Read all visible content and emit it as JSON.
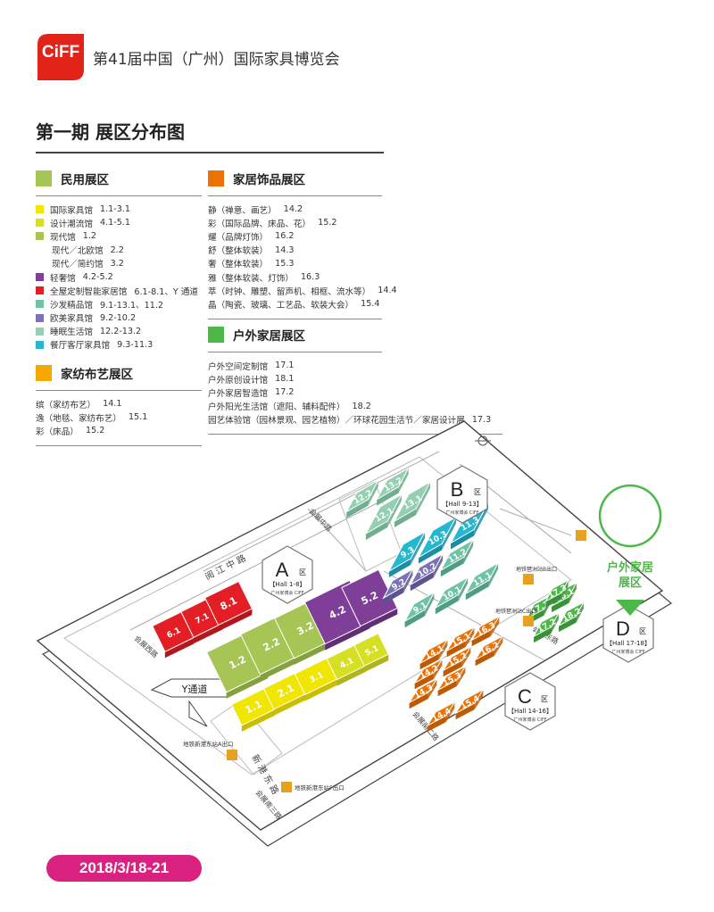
{
  "header": {
    "logo_text": "CiFF",
    "event_title": "第41届中国（广州）国际家具博览会"
  },
  "page_title": "第一期 展区分布图",
  "colors": {
    "brand_red": "#e2231a",
    "yellow": "#f0e600",
    "lime_yellow": "#d7df23",
    "light_green": "#a6c554",
    "purple": "#7f3f98",
    "red": "#e31e24",
    "teal": "#6fc3a7",
    "blue_purple": "#7a73b5",
    "mint": "#93cfb0",
    "cyan": "#26b7d0",
    "gold": "#f5a800",
    "orange": "#ee7203",
    "green": "#4cb848",
    "magenta": "#d9227f"
  },
  "legend": {
    "civil": {
      "title": "民用展区",
      "items": [
        {
          "label": "国际家具馆",
          "code": "1.1-3.1"
        },
        {
          "label": "设计潮流馆",
          "code": "4.1-5.1"
        },
        {
          "label": "现代馆",
          "code": "1.2"
        },
        {
          "label": "现代／北欧馆",
          "code": "2.2"
        },
        {
          "label": "现代／简约馆",
          "code": "3.2"
        },
        {
          "label": "轻奢馆",
          "code": "4.2-5.2"
        },
        {
          "label": "全屋定制智能家居馆",
          "code": "6.1-8.1、Y 通道"
        },
        {
          "label": "沙发精品馆",
          "code": "9.1-13.1、11.2"
        },
        {
          "label": "欧美家具馆",
          "code": "9.2-10.2"
        },
        {
          "label": "睡眠生活馆",
          "code": "12.2-13.2"
        },
        {
          "label": "餐厅客厅家具馆",
          "code": "9.3-11.3"
        }
      ]
    },
    "textile": {
      "title": "家纺布艺展区",
      "items": [
        {
          "label": "缤（家纺布艺）",
          "code": "14.1"
        },
        {
          "label": "逸（地毯、家纺布艺）",
          "code": "15.1"
        },
        {
          "label": "彩（床品）",
          "code": "15.2"
        }
      ]
    },
    "decor": {
      "title": "家居饰品展区",
      "items": [
        {
          "label": "静（禅意、画艺）",
          "code": "14.2"
        },
        {
          "label": "彩（国际品牌、床品、花）",
          "code": "15.2"
        },
        {
          "label": "耀（品牌灯饰）",
          "code": "16.2"
        },
        {
          "label": "舒（整体软装）",
          "code": "14.3"
        },
        {
          "label": "奢（整体软装）",
          "code": "15.3"
        },
        {
          "label": "雅（整体软装、灯饰）",
          "code": "16.3"
        },
        {
          "label": "萃（时钟、雕塑、留声机、相框、流水等）",
          "code": "14.4"
        },
        {
          "label": "晶（陶瓷、玻璃、工艺品、软装大会）",
          "code": "15.4"
        }
      ]
    },
    "outdoor": {
      "title": "户外家居展区",
      "items": [
        {
          "label": "户外空间定制馆",
          "code": "17.1"
        },
        {
          "label": "户外原创设计馆",
          "code": "18.1"
        },
        {
          "label": "户外家居智造馆",
          "code": "17.2"
        },
        {
          "label": "户外阳光生活馆（遮阳、辅料配件）",
          "code": "18.2"
        },
        {
          "label": "园艺体验馆（园林景观、园艺植物）／环球花园生活节／家居设计展",
          "code": "17.3"
        }
      ]
    }
  },
  "map": {
    "zone_a": {
      "letter": "A",
      "suffix": "区",
      "halls": "【Hall 1-8】",
      "org": "广州家博会 CIFF"
    },
    "zone_b": {
      "letter": "B",
      "suffix": "区",
      "halls": "【Hall 9-13】",
      "org": "广州家博会 CIFF"
    },
    "zone_c": {
      "letter": "C",
      "suffix": "区",
      "halls": "【Hall 14-16】",
      "org": "广州家博会 CIFF"
    },
    "zone_d": {
      "letter": "D",
      "suffix": "区",
      "halls": "【Hall 17-18】",
      "org": "广州家博会 CIFF"
    },
    "outdoor_pin": [
      "户外家居",
      "展区"
    ],
    "y_channel": "Y通道",
    "roads": {
      "yuejiang_zhong": "阅 江 中 路",
      "xingang_dong": "新 港 东 路",
      "huizhan_xi": "会展西路",
      "huizhan_zhong": "会展中路",
      "huizhan_nan3": "会展南三路",
      "huizhan_dong": "会展东路",
      "huizhan_nan2": "会展南二路"
    },
    "metro": {
      "exit_a": "地铁新港东站A出口",
      "exit_f": "地铁新港东站F出口",
      "exit_b": "地铁琶洲站B出口",
      "exit_c": "地铁琶洲站C出口"
    },
    "halls": [
      {
        "label": "1.1",
        "zone": "yellow"
      },
      {
        "label": "2.1",
        "zone": "yellow"
      },
      {
        "label": "3.1",
        "zone": "yellow"
      },
      {
        "label": "4.1",
        "zone": "lime"
      },
      {
        "label": "5.1",
        "zone": "lime"
      },
      {
        "label": "1.2",
        "zone": "lgreen"
      },
      {
        "label": "2.2",
        "zone": "lgreen"
      },
      {
        "label": "3.2",
        "zone": "lgreen"
      },
      {
        "label": "4.2",
        "zone": "purple"
      },
      {
        "label": "5.2",
        "zone": "purple"
      },
      {
        "label": "6.1",
        "zone": "red"
      },
      {
        "label": "7.1",
        "zone": "red"
      },
      {
        "label": "8.1",
        "zone": "red"
      },
      {
        "label": "9.1",
        "zone": "teal"
      },
      {
        "label": "10.1",
        "zone": "teal"
      },
      {
        "label": "11.1",
        "zone": "teal"
      },
      {
        "label": "12.1",
        "zone": "mint"
      },
      {
        "label": "13.1",
        "zone": "mint"
      },
      {
        "label": "9.2",
        "zone": "bpurple"
      },
      {
        "label": "10.2",
        "zone": "bpurple"
      },
      {
        "label": "11.2",
        "zone": "teal"
      },
      {
        "label": "12.2",
        "zone": "mint"
      },
      {
        "label": "13.2",
        "zone": "mint"
      },
      {
        "label": "9.3",
        "zone": "cyan"
      },
      {
        "label": "10.3",
        "zone": "cyan"
      },
      {
        "label": "11.3",
        "zone": "cyan"
      },
      {
        "label": "14.1",
        "zone": "orange"
      },
      {
        "label": "15.1",
        "zone": "orange"
      },
      {
        "label": "14.2",
        "zone": "orange"
      },
      {
        "label": "15.2",
        "zone": "orange"
      },
      {
        "label": "16.2",
        "zone": "orange"
      },
      {
        "label": "14.3",
        "zone": "orange"
      },
      {
        "label": "15.3",
        "zone": "orange"
      },
      {
        "label": "16.3",
        "zone": "orange"
      },
      {
        "label": "14.4",
        "zone": "orange"
      },
      {
        "label": "15.4",
        "zone": "orange"
      },
      {
        "label": "17.1",
        "zone": "green"
      },
      {
        "label": "18.1",
        "zone": "green"
      },
      {
        "label": "17.2",
        "zone": "green"
      },
      {
        "label": "18.2",
        "zone": "green"
      },
      {
        "label": "17.3",
        "zone": "green"
      }
    ]
  },
  "date": "2018/3/18-21"
}
